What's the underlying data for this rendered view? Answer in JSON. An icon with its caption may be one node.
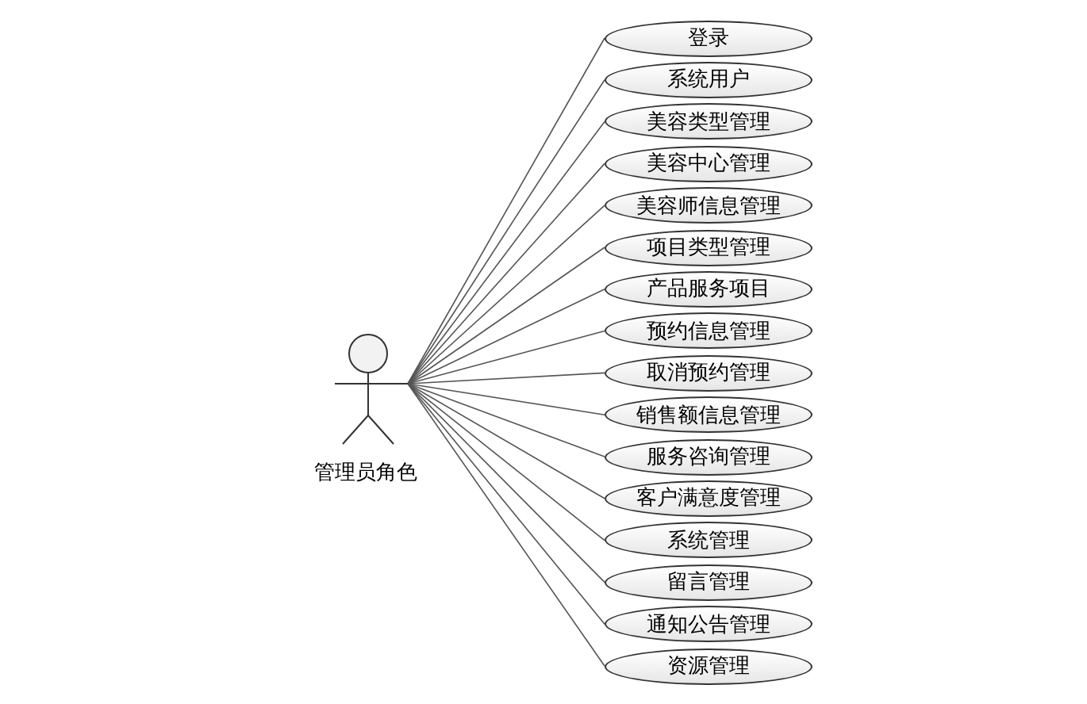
{
  "diagram": {
    "nodes": [
      {
        "text": [
          "管理员角色"
        ]
      },
      {
        "text": [
          "登录"
        ]
      },
      {
        "text": [
          "系统用户"
        ]
      },
      {
        "text": [
          "美容类型管理"
        ]
      },
      {
        "text": [
          "美容中心管理"
        ]
      },
      {
        "text": [
          "美容师信息管理"
        ]
      },
      {
        "text": [
          "项目类型管理"
        ]
      },
      {
        "text": [
          "产品服务项目"
        ]
      },
      {
        "text": [
          "预约信息管理"
        ]
      },
      {
        "text": [
          "取消预约管理"
        ]
      },
      {
        "text": [
          "销售额信息管理"
        ]
      },
      {
        "text": [
          "服务咨询管理"
        ]
      },
      {
        "text": [
          "客户满意度管理"
        ]
      },
      {
        "text": [
          "系统管理"
        ]
      },
      {
        "text": [
          "留言管理"
        ]
      },
      {
        "text": [
          "通知公告管理"
        ]
      },
      {
        "text": [
          "资源管理"
        ]
      }
    ],
    "edges": [
      {
        "from": 0,
        "to": 1,
        "arrow": "none"
      },
      {
        "from": 0,
        "to": 2,
        "arrow": "none"
      },
      {
        "from": 0,
        "to": 3,
        "arrow": "none"
      },
      {
        "from": 0,
        "to": 4,
        "arrow": "none"
      },
      {
        "from": 0,
        "to": 5,
        "arrow": "none"
      },
      {
        "from": 0,
        "to": 6,
        "arrow": "none"
      },
      {
        "from": 0,
        "to": 7,
        "arrow": "none"
      },
      {
        "from": 0,
        "to": 8,
        "arrow": "none"
      },
      {
        "from": 0,
        "to": 9,
        "arrow": "none"
      },
      {
        "from": 0,
        "to": 10,
        "arrow": "none"
      },
      {
        "from": 0,
        "to": 11,
        "arrow": "none"
      },
      {
        "from": 0,
        "to": 12,
        "arrow": "none"
      },
      {
        "from": 0,
        "to": 13,
        "arrow": "none"
      },
      {
        "from": 0,
        "to": 14,
        "arrow": "none"
      },
      {
        "from": 0,
        "to": 15,
        "arrow": "none"
      },
      {
        "from": 0,
        "to": 16,
        "arrow": "none"
      }
    ]
  }
}
